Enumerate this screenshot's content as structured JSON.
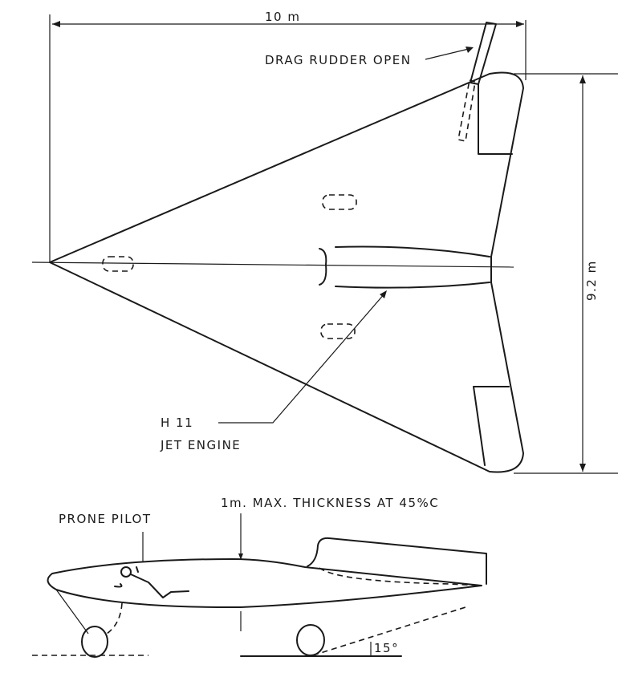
{
  "plan_view": {
    "span_label": "10 m",
    "length_label": "9.2 m",
    "drag_rudder_label": "DRAG RUDDER OPEN",
    "engine_label_line1": "H 11",
    "engine_label_line2": "JET ENGINE"
  },
  "side_view": {
    "thickness_label": "1m. MAX. THICKNESS AT 45%C",
    "pilot_label": "PRONE PILOT",
    "angle_label": "15°"
  }
}
